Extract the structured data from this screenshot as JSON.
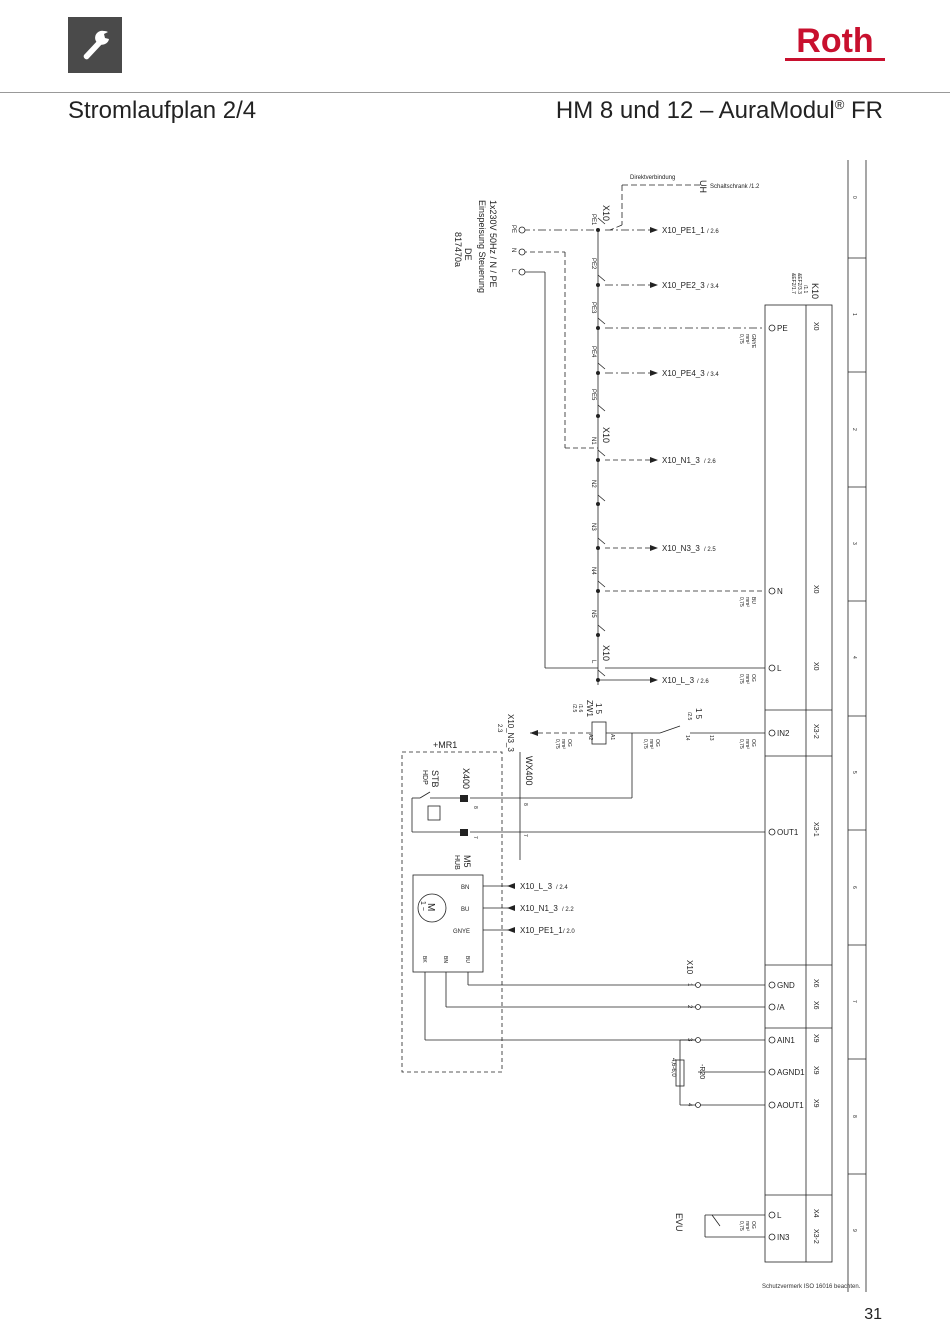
{
  "header": {
    "title": "Stromlaufplan 2/4",
    "product_title": "HM 8 und 12 – AuraModul",
    "product_reg": "®",
    "product_suffix": " FR",
    "brand": "Roth"
  },
  "footer": {
    "page_number": "31",
    "protection_note": "Schutzvermerk ISO 16016 beachten."
  },
  "colors": {
    "brand_red": "#c8102e",
    "icon_bg": "#4a4a4a",
    "line": "#222222"
  },
  "icons": {
    "tools": "wrench-icon"
  },
  "diagram": {
    "supply": {
      "line1": "1x230V 50Hz / N / PE",
      "line2": "Einspeisung Steuerung",
      "line3": "DE",
      "line4": "817470a",
      "pe": "PE",
      "n": "N",
      "l": "L"
    },
    "direct": {
      "label": "Direktverbindung",
      "uh": "UH",
      "cabinet": "Schaltschrank /1.2"
    },
    "x10": "X10",
    "terminals": [
      "PE1",
      "PE2",
      "PE3",
      "PE4",
      "PE5",
      "N1",
      "N2",
      "N3",
      "N4",
      "N5",
      "L"
    ],
    "pins": {
      "p1": "1",
      "p2": "2",
      "p3": "3",
      "p4": "4"
    },
    "refs": [
      {
        "name": "X10_PE1_1",
        "ref": "/ 2.6"
      },
      {
        "name": "X10_PE2_3",
        "ref": "/ 3.4"
      },
      {
        "name": "X10_PE4_3",
        "ref": "/ 3.4"
      },
      {
        "name": "X10_N1_3",
        "ref": "/ 2.6"
      },
      {
        "name": "X10_N3_3",
        "ref": "/ 2.5"
      },
      {
        "name": "X10_L_3",
        "ref": "/ 2.6"
      }
    ],
    "motor_refs": [
      {
        "name": "X10_L_3",
        "ref": "/ 2.4"
      },
      {
        "name": "X10_N1_3",
        "ref": "/ 2.2"
      },
      {
        "name": "X10_PE1_1",
        "ref": "/ 2.0"
      }
    ],
    "x10_n3_3_left": "X10_N3_3",
    "x10_n3_3_left_ref": "2.3",
    "k10": {
      "label": "K10",
      "ref1": "/1.1",
      "ref2": "&EF2/3.3",
      "ref3": "&EF2/1.7"
    },
    "controller": [
      {
        "label": "PE",
        "conn": "X0"
      },
      {
        "label": "N",
        "conn": "X0"
      },
      {
        "label": "L",
        "conn": "X0"
      },
      {
        "label": "IN2",
        "conn": "X3-2"
      },
      {
        "label": "OUT1",
        "conn": "X3-1"
      },
      {
        "label": "GND",
        "conn": "X6"
      },
      {
        "label": "/A",
        "conn": "X6"
      },
      {
        "label": "AIN1",
        "conn": "X9"
      },
      {
        "label": "AGND1",
        "conn": "X9"
      },
      {
        "label": "AOUT1",
        "conn": "X9"
      },
      {
        "label": "L",
        "conn": "X4"
      },
      {
        "label": "IN3",
        "conn": "X3-2"
      }
    ],
    "wire": {
      "gnye": "GNYE",
      "bu": "BU",
      "og": "OG",
      "mm": "mm²",
      "size": "0,75"
    },
    "relay": {
      "name": "ZW1",
      "ref1": "/1.6",
      "ref2": "/2.5",
      "k": "1 5",
      "a1": "A1",
      "a2": "A2",
      "c13": "13",
      "c14": "14",
      "k2": "1 5",
      "kref": "/2.5"
    },
    "mr1": "+MR1",
    "x400": "X400",
    "wx400": "WX400",
    "stb": "STB",
    "hdp": "HDP",
    "pin8": "8",
    "pin7": "7",
    "m5": "M5",
    "hub": "HUB",
    "motor": {
      "m": "M",
      "ac": "1 ~",
      "bn": "BN",
      "bu": "BU",
      "gnye": "GNYE",
      "bk": "BK"
    },
    "x10b": "X10",
    "r20": {
      "name": "-R20",
      "value": "4,6-6,0"
    },
    "evu": "EVU",
    "grid_cols": [
      "0",
      "1",
      "2",
      "3",
      "4",
      "5",
      "6",
      "7",
      "8",
      "9"
    ]
  }
}
